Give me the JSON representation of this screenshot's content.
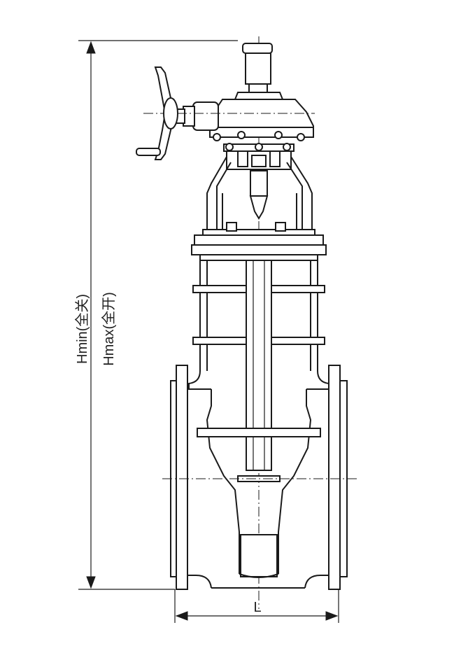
{
  "labels": {
    "height_closed": "Hmin(全关)",
    "height_open": "Hmax(全开)",
    "length": "L"
  }
}
